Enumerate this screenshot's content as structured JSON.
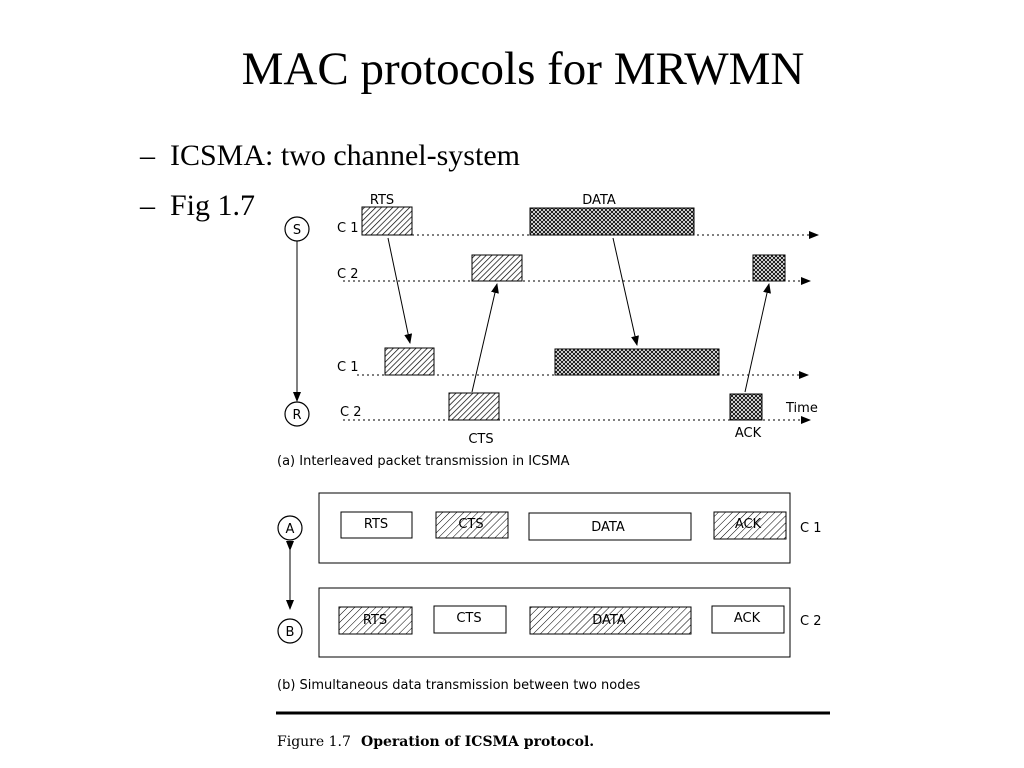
{
  "slide": {
    "title": "MAC protocols for MRWMN",
    "bullets": [
      "ICSMA: two channel-system",
      "Fig 1.7"
    ]
  },
  "figure": {
    "part_a": {
      "nodes": [
        "S",
        "R"
      ],
      "channels": [
        "C 1",
        "C 2",
        "C 1",
        "C 2"
      ],
      "labels": {
        "rts": "RTS",
        "data": "DATA",
        "cts": "CTS",
        "ack": "ACK",
        "time": "Time"
      },
      "caption": "(a) Interleaved packet transmission in ICSMA"
    },
    "part_b": {
      "nodes": [
        "A",
        "B"
      ],
      "rows": [
        {
          "channel": "C 1",
          "blocks": [
            "RTS",
            "CTS",
            "DATA",
            "ACK"
          ]
        },
        {
          "channel": "C 2",
          "blocks": [
            "RTS",
            "CTS",
            "DATA",
            "ACK"
          ]
        }
      ],
      "caption": "(b) Simultaneous data transmission between two nodes"
    },
    "figure_number": "Figure 1.7",
    "figure_title": "Operation of ICSMA protocol."
  }
}
